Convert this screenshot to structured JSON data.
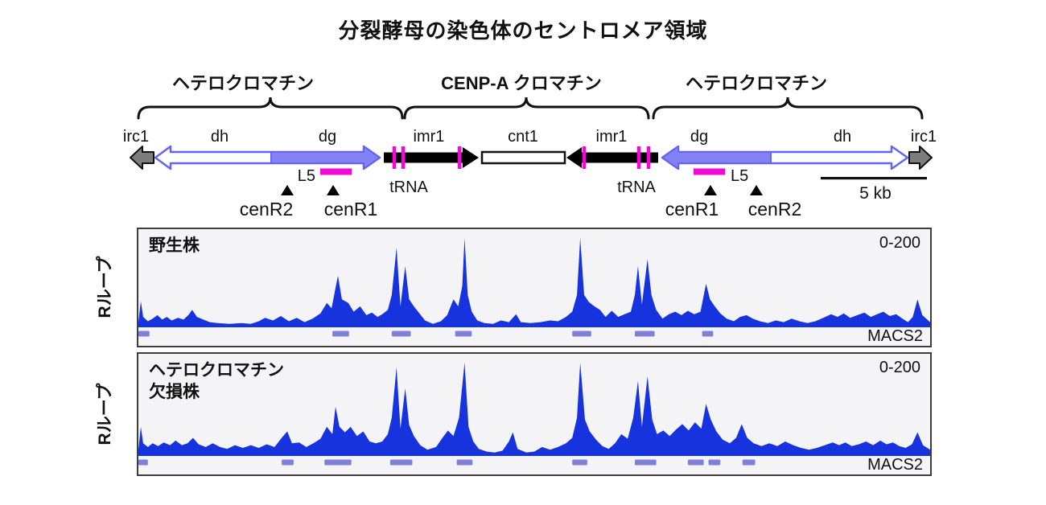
{
  "title": "分裂酵母の染色体のセントロメア領域",
  "colors": {
    "signal_blue": "#1733dd",
    "macs_bar": "#7e80d8",
    "arrow_blue_fill": "#8282f4",
    "arrow_blue_stroke": "#6464f0",
    "magenta": "#f408d8",
    "irc_gray": "#7d7d7d",
    "panel_bg": "#f4f4f6",
    "panel_border": "#3d3d3d",
    "black": "#111111"
  },
  "map": {
    "regions": [
      {
        "label": "ヘテロクロマチン"
      },
      {
        "label": "CENP-A クロマチン"
      },
      {
        "label": "ヘテロクロマチン"
      }
    ],
    "gene_irc1": "irc1",
    "gene_dh": "dh",
    "gene_dg": "dg",
    "gene_imr1": "imr1",
    "gene_cnt1": "cnt1",
    "trna": "tRNA",
    "l5": "L5",
    "cenr1": "cenR1",
    "cenr2": "cenR2",
    "scale_label": "5 kb"
  },
  "chart_data": {
    "type": "area",
    "ylabel": "Rループ",
    "yrange_label": "0-200",
    "peak_caller_label": "MACS2",
    "x_axis": "centromere region coordinates, scale bar = 5 kb",
    "ylim": [
      0,
      200
    ],
    "tracks": [
      {
        "label_lines": [
          "野生株"
        ],
        "profile": [
          [
            0,
            0.04
          ],
          [
            0.003,
            0.28
          ],
          [
            0.006,
            0.1
          ],
          [
            0.012,
            0.05
          ],
          [
            0.018,
            0.08
          ],
          [
            0.024,
            0.12
          ],
          [
            0.03,
            0.07
          ],
          [
            0.036,
            0.1
          ],
          [
            0.042,
            0.06
          ],
          [
            0.05,
            0.09
          ],
          [
            0.057,
            0.07
          ],
          [
            0.063,
            0.12
          ],
          [
            0.068,
            0.18
          ],
          [
            0.074,
            0.1
          ],
          [
            0.082,
            0.07
          ],
          [
            0.09,
            0.04
          ],
          [
            0.1,
            0.03
          ],
          [
            0.115,
            0.02
          ],
          [
            0.13,
            0.03
          ],
          [
            0.142,
            0.02
          ],
          [
            0.152,
            0.05
          ],
          [
            0.16,
            0.09
          ],
          [
            0.17,
            0.06
          ],
          [
            0.18,
            0.11
          ],
          [
            0.19,
            0.05
          ],
          [
            0.2,
            0.09
          ],
          [
            0.21,
            0.04
          ],
          [
            0.22,
            0.08
          ],
          [
            0.23,
            0.14
          ],
          [
            0.238,
            0.26
          ],
          [
            0.244,
            0.2
          ],
          [
            0.252,
            0.57
          ],
          [
            0.257,
            0.3
          ],
          [
            0.265,
            0.26
          ],
          [
            0.272,
            0.16
          ],
          [
            0.28,
            0.22
          ],
          [
            0.288,
            0.12
          ],
          [
            0.295,
            0.15
          ],
          [
            0.302,
            0.1
          ],
          [
            0.308,
            0.13
          ],
          [
            0.315,
            0.18
          ],
          [
            0.32,
            0.35
          ],
          [
            0.326,
            0.89
          ],
          [
            0.331,
            0.22
          ],
          [
            0.337,
            0.68
          ],
          [
            0.342,
            0.3
          ],
          [
            0.348,
            0.22
          ],
          [
            0.355,
            0.14
          ],
          [
            0.362,
            0.06
          ],
          [
            0.372,
            0.02
          ],
          [
            0.382,
            0.05
          ],
          [
            0.39,
            0.12
          ],
          [
            0.398,
            0.3
          ],
          [
            0.404,
            0.22
          ],
          [
            0.409,
            0.45
          ],
          [
            0.412,
            1.0
          ],
          [
            0.416,
            0.35
          ],
          [
            0.421,
            0.16
          ],
          [
            0.428,
            0.06
          ],
          [
            0.437,
            0.03
          ],
          [
            0.448,
            0.02
          ],
          [
            0.458,
            0.06
          ],
          [
            0.468,
            0.04
          ],
          [
            0.477,
            0.13
          ],
          [
            0.483,
            0.04
          ],
          [
            0.495,
            0.03
          ],
          [
            0.508,
            0.04
          ],
          [
            0.52,
            0.06
          ],
          [
            0.53,
            0.05
          ],
          [
            0.54,
            0.1
          ],
          [
            0.548,
            0.16
          ],
          [
            0.554,
            0.35
          ],
          [
            0.558,
            1.0
          ],
          [
            0.563,
            0.35
          ],
          [
            0.569,
            0.27
          ],
          [
            0.576,
            0.22
          ],
          [
            0.583,
            0.18
          ],
          [
            0.59,
            0.1
          ],
          [
            0.598,
            0.17
          ],
          [
            0.606,
            0.1
          ],
          [
            0.614,
            0.13
          ],
          [
            0.622,
            0.16
          ],
          [
            0.627,
            0.35
          ],
          [
            0.631,
            0.68
          ],
          [
            0.636,
            0.24
          ],
          [
            0.643,
            0.76
          ],
          [
            0.648,
            0.35
          ],
          [
            0.654,
            0.18
          ],
          [
            0.662,
            0.08
          ],
          [
            0.67,
            0.13
          ],
          [
            0.678,
            0.16
          ],
          [
            0.686,
            0.12
          ],
          [
            0.694,
            0.17
          ],
          [
            0.702,
            0.13
          ],
          [
            0.71,
            0.16
          ],
          [
            0.717,
            0.48
          ],
          [
            0.722,
            0.3
          ],
          [
            0.728,
            0.22
          ],
          [
            0.735,
            0.14
          ],
          [
            0.743,
            0.08
          ],
          [
            0.752,
            0.05
          ],
          [
            0.76,
            0.1
          ],
          [
            0.768,
            0.12
          ],
          [
            0.776,
            0.08
          ],
          [
            0.785,
            0.05
          ],
          [
            0.795,
            0.03
          ],
          [
            0.805,
            0.06
          ],
          [
            0.815,
            0.04
          ],
          [
            0.825,
            0.08
          ],
          [
            0.835,
            0.05
          ],
          [
            0.845,
            0.03
          ],
          [
            0.855,
            0.05
          ],
          [
            0.865,
            0.09
          ],
          [
            0.875,
            0.13
          ],
          [
            0.883,
            0.1
          ],
          [
            0.891,
            0.14
          ],
          [
            0.899,
            0.09
          ],
          [
            0.908,
            0.12
          ],
          [
            0.917,
            0.15
          ],
          [
            0.925,
            0.1
          ],
          [
            0.933,
            0.13
          ],
          [
            0.941,
            0.16
          ],
          [
            0.949,
            0.11
          ],
          [
            0.957,
            0.13
          ],
          [
            0.965,
            0.08
          ],
          [
            0.972,
            0.04
          ],
          [
            0.978,
            0.1
          ],
          [
            0.984,
            0.3
          ],
          [
            0.99,
            0.12
          ],
          [
            1,
            0.04
          ]
        ],
        "macs2_peaks": [
          [
            0,
            0.014
          ],
          [
            0.245,
            0.266
          ],
          [
            0.32,
            0.344
          ],
          [
            0.4,
            0.421
          ],
          [
            0.548,
            0.572
          ],
          [
            0.627,
            0.652
          ],
          [
            0.712,
            0.726
          ]
        ]
      },
      {
        "label_lines": [
          "ヘテロクロマチン",
          "欠損株"
        ],
        "profile": [
          [
            0,
            0.05
          ],
          [
            0.003,
            0.3
          ],
          [
            0.006,
            0.12
          ],
          [
            0.012,
            0.08
          ],
          [
            0.018,
            0.12
          ],
          [
            0.025,
            0.09
          ],
          [
            0.032,
            0.13
          ],
          [
            0.04,
            0.1
          ],
          [
            0.047,
            0.15
          ],
          [
            0.055,
            0.1
          ],
          [
            0.062,
            0.12
          ],
          [
            0.069,
            0.18
          ],
          [
            0.076,
            0.11
          ],
          [
            0.085,
            0.08
          ],
          [
            0.094,
            0.12
          ],
          [
            0.103,
            0.08
          ],
          [
            0.112,
            0.06
          ],
          [
            0.122,
            0.1
          ],
          [
            0.132,
            0.07
          ],
          [
            0.142,
            0.1
          ],
          [
            0.152,
            0.07
          ],
          [
            0.162,
            0.11
          ],
          [
            0.172,
            0.08
          ],
          [
            0.181,
            0.18
          ],
          [
            0.188,
            0.25
          ],
          [
            0.194,
            0.12
          ],
          [
            0.203,
            0.13
          ],
          [
            0.212,
            0.08
          ],
          [
            0.221,
            0.12
          ],
          [
            0.23,
            0.17
          ],
          [
            0.238,
            0.3
          ],
          [
            0.245,
            0.22
          ],
          [
            0.249,
            0.52
          ],
          [
            0.254,
            0.3
          ],
          [
            0.261,
            0.24
          ],
          [
            0.268,
            0.3
          ],
          [
            0.276,
            0.2
          ],
          [
            0.284,
            0.25
          ],
          [
            0.292,
            0.14
          ],
          [
            0.3,
            0.12
          ],
          [
            0.308,
            0.14
          ],
          [
            0.315,
            0.22
          ],
          [
            0.32,
            0.4
          ],
          [
            0.326,
            0.95
          ],
          [
            0.331,
            0.28
          ],
          [
            0.337,
            0.72
          ],
          [
            0.342,
            0.32
          ],
          [
            0.348,
            0.2
          ],
          [
            0.356,
            0.1
          ],
          [
            0.365,
            0.05
          ],
          [
            0.376,
            0.08
          ],
          [
            0.384,
            0.18
          ],
          [
            0.391,
            0.26
          ],
          [
            0.398,
            0.2
          ],
          [
            0.405,
            0.4
          ],
          [
            0.412,
            1.0
          ],
          [
            0.417,
            0.3
          ],
          [
            0.423,
            0.14
          ],
          [
            0.43,
            0.06
          ],
          [
            0.44,
            0.03
          ],
          [
            0.45,
            0.02
          ],
          [
            0.46,
            0.04
          ],
          [
            0.468,
            0.14
          ],
          [
            0.473,
            0.24
          ],
          [
            0.479,
            0.06
          ],
          [
            0.49,
            0.02
          ],
          [
            0.5,
            0.03
          ],
          [
            0.51,
            0.08
          ],
          [
            0.52,
            0.05
          ],
          [
            0.53,
            0.08
          ],
          [
            0.54,
            0.12
          ],
          [
            0.548,
            0.18
          ],
          [
            0.554,
            0.4
          ],
          [
            0.558,
            1.0
          ],
          [
            0.564,
            0.38
          ],
          [
            0.57,
            0.25
          ],
          [
            0.578,
            0.16
          ],
          [
            0.586,
            0.09
          ],
          [
            0.594,
            0.06
          ],
          [
            0.602,
            0.12
          ],
          [
            0.61,
            0.22
          ],
          [
            0.618,
            0.17
          ],
          [
            0.625,
            0.4
          ],
          [
            0.631,
            0.8
          ],
          [
            0.636,
            0.3
          ],
          [
            0.643,
            0.85
          ],
          [
            0.649,
            0.38
          ],
          [
            0.655,
            0.22
          ],
          [
            0.663,
            0.26
          ],
          [
            0.671,
            0.2
          ],
          [
            0.679,
            0.27
          ],
          [
            0.687,
            0.33
          ],
          [
            0.695,
            0.26
          ],
          [
            0.703,
            0.35
          ],
          [
            0.711,
            0.28
          ],
          [
            0.717,
            0.55
          ],
          [
            0.723,
            0.38
          ],
          [
            0.73,
            0.25
          ],
          [
            0.738,
            0.16
          ],
          [
            0.747,
            0.12
          ],
          [
            0.755,
            0.18
          ],
          [
            0.762,
            0.33
          ],
          [
            0.769,
            0.18
          ],
          [
            0.777,
            0.12
          ],
          [
            0.787,
            0.09
          ],
          [
            0.797,
            0.12
          ],
          [
            0.807,
            0.09
          ],
          [
            0.817,
            0.14
          ],
          [
            0.827,
            0.1
          ],
          [
            0.837,
            0.07
          ],
          [
            0.847,
            0.05
          ],
          [
            0.857,
            0.07
          ],
          [
            0.867,
            0.1
          ],
          [
            0.877,
            0.13
          ],
          [
            0.885,
            0.1
          ],
          [
            0.893,
            0.13
          ],
          [
            0.901,
            0.09
          ],
          [
            0.91,
            0.11
          ],
          [
            0.919,
            0.14
          ],
          [
            0.928,
            0.1
          ],
          [
            0.937,
            0.15
          ],
          [
            0.945,
            0.11
          ],
          [
            0.953,
            0.13
          ],
          [
            0.961,
            0.09
          ],
          [
            0.969,
            0.07
          ],
          [
            0.977,
            0.11
          ],
          [
            0.984,
            0.24
          ],
          [
            0.991,
            0.1
          ],
          [
            1,
            0.05
          ]
        ],
        "macs2_peaks": [
          [
            0,
            0.012
          ],
          [
            0.181,
            0.196
          ],
          [
            0.235,
            0.269
          ],
          [
            0.318,
            0.346
          ],
          [
            0.402,
            0.422
          ],
          [
            0.548,
            0.567
          ],
          [
            0.627,
            0.654
          ],
          [
            0.694,
            0.714
          ],
          [
            0.72,
            0.735
          ],
          [
            0.763,
            0.779
          ]
        ]
      }
    ]
  }
}
